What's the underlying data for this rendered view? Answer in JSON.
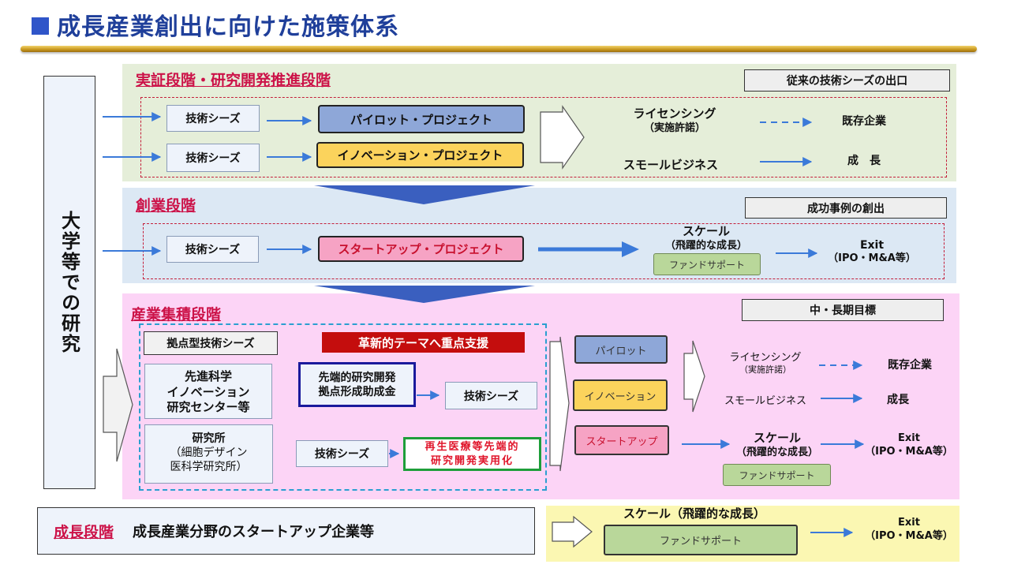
{
  "title": "成長産業創出に向けた施策体系",
  "univ_label": "大学等での研究",
  "stage1": {
    "title": "実証段階・研究開発推進段階",
    "tag": "従来の技術シーズの出口",
    "seed1": "技術シーズ",
    "seed2": "技術シーズ",
    "pilot": "パイロット・プロジェクト",
    "innovation": "イノベーション・プロジェクト",
    "licensing": "ライセンシング",
    "licensing_sub": "（実施許諾）",
    "small_biz": "スモールビジネス",
    "existing": "既存企業",
    "growth": "成　長"
  },
  "stage2": {
    "title": "創業段階",
    "tag": "成功事例の創出",
    "seed": "技術シーズ",
    "startup": "スタートアップ・プロジェクト",
    "scale": "スケール",
    "scale_sub": "（飛躍的な成長）",
    "fund": "ファンドサポート",
    "exit": "Exit",
    "exit_sub": "（IPO・M&A等）"
  },
  "stage3": {
    "title": "産業集積段階",
    "tag": "中・長期目標",
    "base_seed": "拠点型技術シーズ",
    "focus": "革新的テーマへ重点支援",
    "adv1": "先進科学",
    "adv2": "イノベーション",
    "adv3": "研究センター等",
    "lab1": "研究所",
    "lab2": "（細胞デザイン",
    "lab3": "医科学研究所）",
    "grant1": "先端的研究開発",
    "grant2": "拠点形成助成金",
    "seed_a": "技術シーズ",
    "seed_b": "技術シーズ",
    "regen1": "再生医療等先端的",
    "regen2": "研究開発実用化",
    "pilot": "パイロット",
    "innovation": "イノベーション",
    "startup": "スタートアップ",
    "licensing": "ライセンシング",
    "licensing_sub": "（実施許諾）",
    "small_biz": "スモールビジネス",
    "existing": "既存企業",
    "growth": "成長",
    "scale": "スケール",
    "scale_sub": "（飛躍的な成長）",
    "fund": "ファンドサポート",
    "exit": "Exit",
    "exit_sub": "（IPO・M&A等）"
  },
  "stage4": {
    "title": "成長段階",
    "desc": "成長産業分野のスタートアップ企業等",
    "scale": "スケール（飛躍的な成長）",
    "fund": "ファンドサポート",
    "exit": "Exit",
    "exit_sub": "（IPO・M&A等）"
  },
  "colors": {
    "stage1_bg": "#e5eed9",
    "stage2_bg": "#dce8f4",
    "stage3_bg": "#fcd4f6",
    "stage4_bg": "#fbf7b2",
    "arrow": "#3b7ad9",
    "down_arrow": "#3a5fbf",
    "pilot": "#8ea7d8",
    "innovation": "#fbd35c",
    "startup": "#f6a3c4"
  }
}
